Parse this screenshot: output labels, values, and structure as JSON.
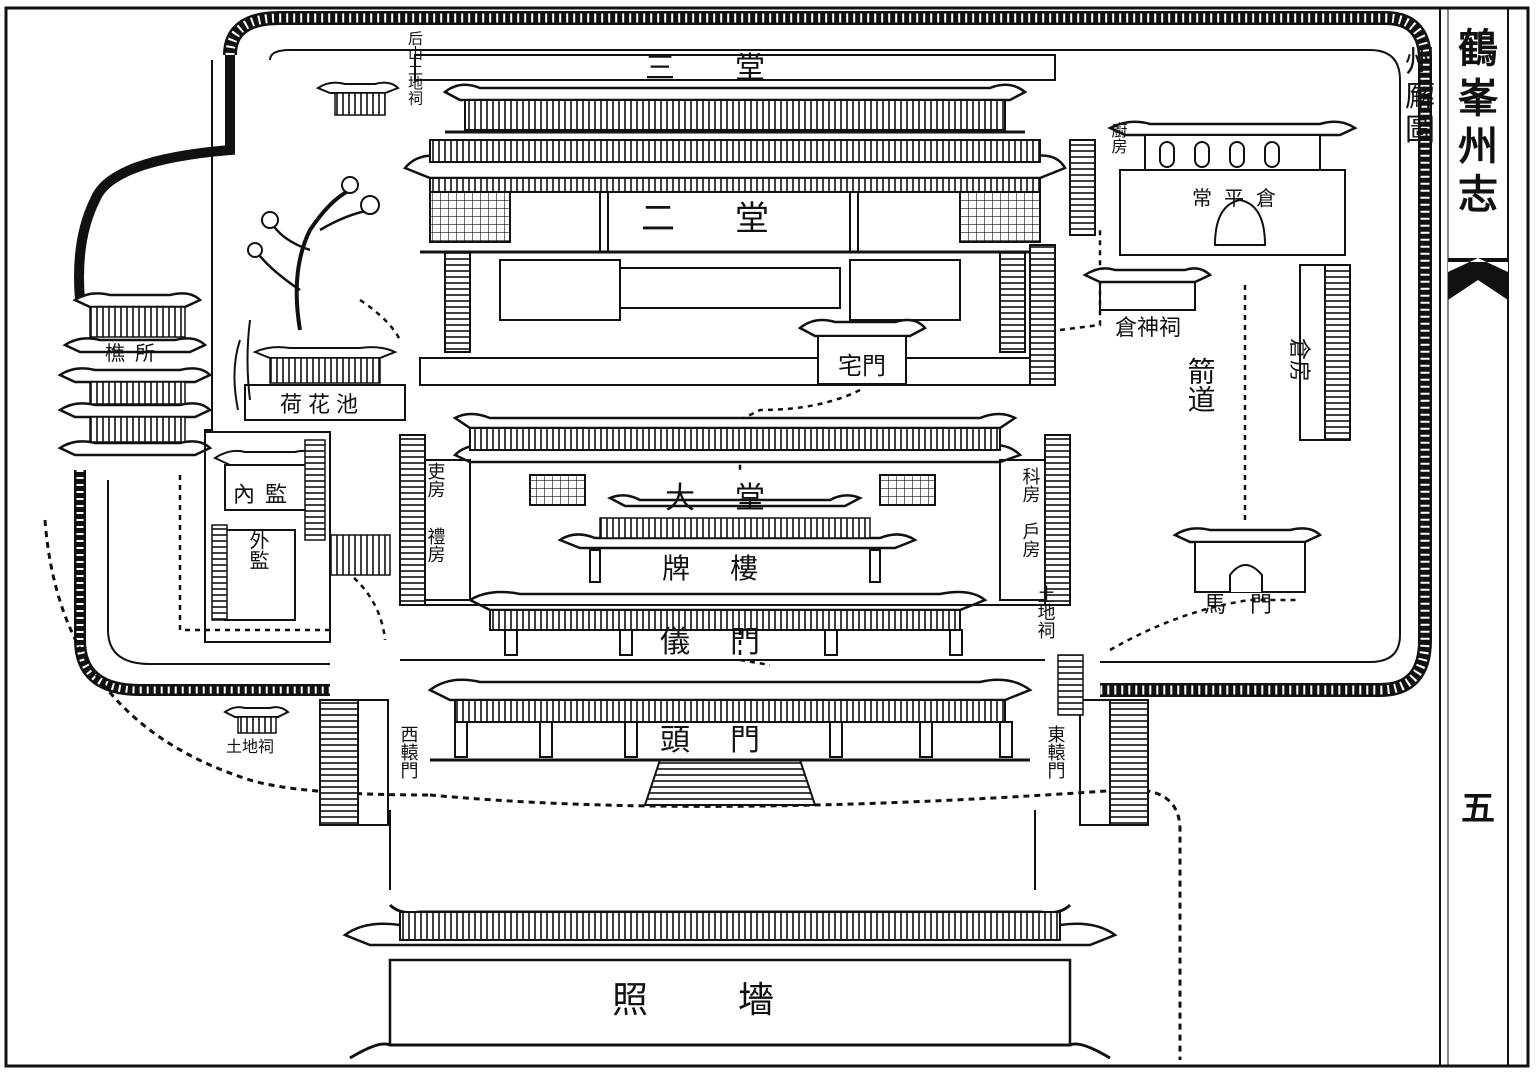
{
  "book": {
    "title": "鶴峯州志",
    "subtitle": "州廨圖",
    "page_number": "五"
  },
  "colors": {
    "ink": "#111111",
    "paper": "#ffffff"
  },
  "labels": {
    "san_tang": "三堂",
    "er_tang": "二堂",
    "da_tang": "大堂",
    "pai_lou": "牌樓",
    "yi_men": "儀門",
    "tou_men": "頭門",
    "zhao_qiang": "照墻",
    "zhai_men": "宅門",
    "chang_ping_cang": "常平倉",
    "cang_shen_ci": "倉神祠",
    "cang_fang": "倉房",
    "jian_dao": "箭道",
    "ma_men": "馬門",
    "he_hua_chi": "荷花池",
    "nei_jian": "內監",
    "wai_jian": "外監",
    "jiao_suo": "樵所",
    "hou_shan_tudi_ci": "后山土地祠",
    "tudi_ci_left": "土地祠",
    "tudi_ci_right": "土地祠",
    "dong_yuan_men": "東轅門",
    "xi_yuan_men": "西轅門",
    "zuo_fang": "吏房",
    "you_fang": "科房",
    "you_fang_2": "戶房",
    "zuo_fang_2": "禮房",
    "chu_fang": "廚房"
  }
}
